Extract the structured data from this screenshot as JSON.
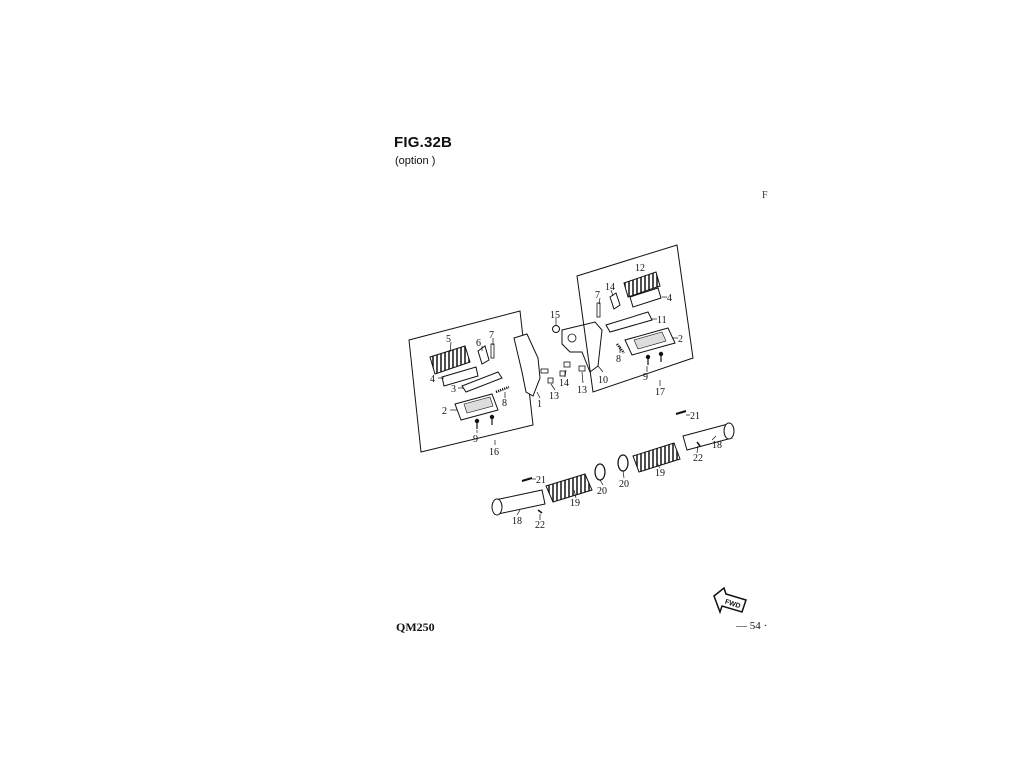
{
  "document": {
    "figure_title": "FIG.32B",
    "subtitle": "(option )",
    "model": "QM250",
    "page_number": "— 54 ·",
    "edge_mark": "F"
  },
  "fwd_arrow": {
    "label": "FWD"
  },
  "part_labels": {
    "left_group": {
      "p5": "5",
      "p6": "6",
      "p7": "7",
      "p4": "4",
      "p3": "3",
      "p8": "8",
      "p2": "2",
      "p9": "9",
      "p16": "16"
    },
    "center": {
      "p15": "15",
      "p1": "1",
      "p14": "14",
      "p13a": "13",
      "p13b": "13",
      "p10": "10"
    },
    "right_group": {
      "p12": "12",
      "p14": "14",
      "p7": "7",
      "p4": "4",
      "p11": "11",
      "p2": "2",
      "p8": "8",
      "p9": "9",
      "p17": "17"
    },
    "bars": {
      "p21a": "21",
      "p18a": "18",
      "p22a": "22",
      "p21b": "21",
      "p18b": "18",
      "p22b": "22",
      "p19a": "19",
      "p19b": "19",
      "p20a": "20",
      "p20b": "20"
    }
  }
}
